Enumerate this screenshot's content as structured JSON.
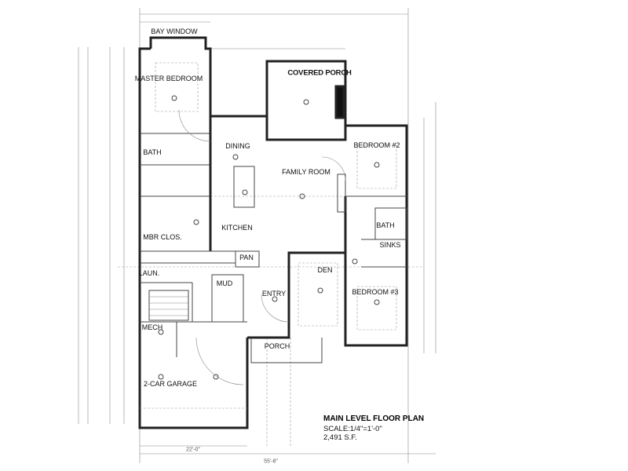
{
  "plan": {
    "title": "MAIN LEVEL FLOOR PLAN",
    "scale": "SCALE:1/4\"=1'-0\"",
    "area": "2,491 S.F."
  },
  "rooms": [
    {
      "label": "BAY WINDOW"
    },
    {
      "label": "MASTER BEDROOM"
    },
    {
      "label": "COVERED PORCH"
    },
    {
      "label": "DINING"
    },
    {
      "label": "BATH"
    },
    {
      "label": "BEDROOM #2"
    },
    {
      "label": "FAMILY ROOM"
    },
    {
      "label": "KITCHEN"
    },
    {
      "label": "MBR CLOS."
    },
    {
      "label": "BATH"
    },
    {
      "label": "SINKS"
    },
    {
      "label": "PAN"
    },
    {
      "label": "LAUN."
    },
    {
      "label": "MUD"
    },
    {
      "label": "DEN"
    },
    {
      "label": "ENTRY"
    },
    {
      "label": "BEDROOM #3"
    },
    {
      "label": "MECH"
    },
    {
      "label": "PORCH"
    },
    {
      "label": "2-CAR GARAGE"
    }
  ],
  "dimensions": {
    "overall_width": "55'-8\"",
    "garage_width": "22'-0\""
  }
}
